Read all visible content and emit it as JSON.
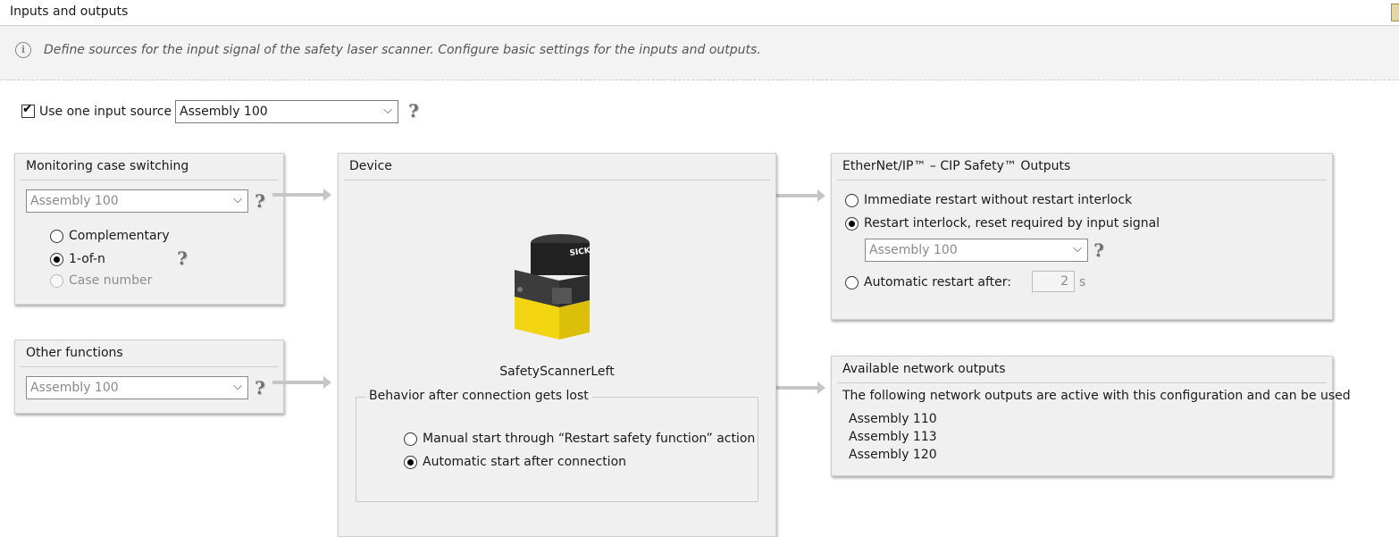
{
  "header": {
    "title": "Inputs and outputs"
  },
  "info": {
    "text": "Define sources for the input signal of the safety laser scanner. Configure basic settings for the inputs and outputs."
  },
  "input_source": {
    "checkbox_label": "Use one input source",
    "checked": true,
    "selected": "Assembly 100"
  },
  "monitoring": {
    "title": "Monitoring case switching",
    "select": "Assembly 100",
    "options": [
      "Complementary",
      "1-of-n",
      "Case number"
    ],
    "selected_option": "1-of-n"
  },
  "other_functions": {
    "title": "Other functions",
    "select": "Assembly 100"
  },
  "device": {
    "title": "Device",
    "name": "SafetyScannerLeft",
    "brand": "SICK",
    "behavior": {
      "title": "Behavior after connection gets lost",
      "options": [
        "Manual start through “Restart safety function” action",
        "Automatic start after connection"
      ],
      "selected_option": "Automatic start after connection"
    }
  },
  "outputs": {
    "title": "EtherNet/IP™ – CIP Safety™ Outputs",
    "option_immediate": "Immediate restart without restart interlock",
    "option_interlock": "Restart interlock, reset required by input signal",
    "interlock_select": "Assembly 100",
    "option_automatic": "Automatic restart after:",
    "automatic_value": "2",
    "automatic_unit": "s",
    "selected_option": "Restart interlock, reset required by input signal"
  },
  "network_outputs": {
    "title": "Available network outputs",
    "description": "The following network outputs are active with this configuration and can be used",
    "items": [
      "Assembly 110",
      "Assembly 113",
      "Assembly 120"
    ]
  },
  "icons": {
    "info": "info-icon",
    "help": "help-icon",
    "dropdown": "chevron-down-icon",
    "arrow": "arrow-right-icon"
  }
}
